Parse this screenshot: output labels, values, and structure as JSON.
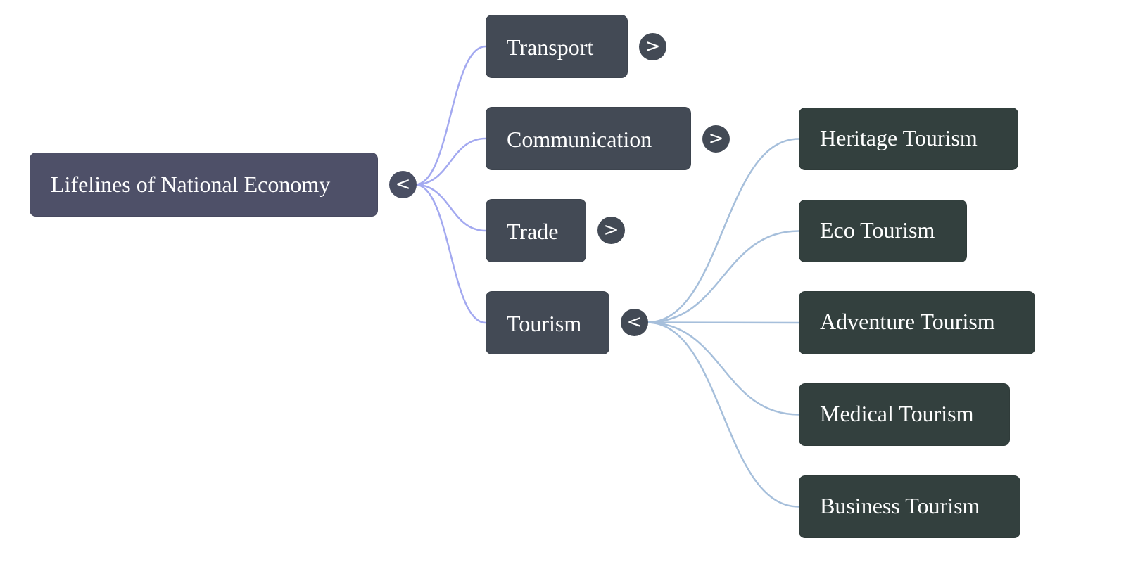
{
  "mindmap": {
    "root": {
      "label": "Lifelines of National Economy",
      "toggle": "<",
      "expanded": true
    },
    "branches": [
      {
        "label": "Transport",
        "toggle": ">",
        "expanded": false,
        "children": []
      },
      {
        "label": "Communication",
        "toggle": ">",
        "expanded": false,
        "children": []
      },
      {
        "label": "Trade",
        "toggle": ">",
        "expanded": false,
        "children": []
      },
      {
        "label": "Tourism",
        "toggle": "<",
        "expanded": true,
        "children": [
          {
            "label": "Heritage Tourism"
          },
          {
            "label": "Eco Tourism"
          },
          {
            "label": "Adventure Tourism"
          },
          {
            "label": "Medical Tourism"
          },
          {
            "label": "Business Tourism"
          }
        ]
      }
    ]
  },
  "colors": {
    "root_fill": "#4e5068",
    "branch_fill": "#434a55",
    "leaf_fill": "#33403e",
    "root_edge": "#a3a9f0",
    "tourism_edge": "#a6bfdb",
    "text": "#ffffff"
  }
}
